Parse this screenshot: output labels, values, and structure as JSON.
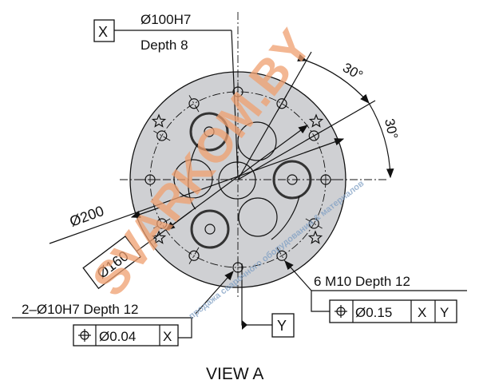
{
  "drawing": {
    "datum_x_label": "X",
    "bore_callout": "Ø100H7",
    "bore_depth": "Depth 8",
    "angle_1": "30°",
    "angle_2": "30°",
    "dia_200": "Ø200",
    "dia_160": "Ø160",
    "pin_hole_callout": "2–Ø10H7 Depth 12",
    "pin_fcf": {
      "symbol": "position",
      "tolerance": "Ø0.04",
      "datum": "X"
    },
    "thread_callout": "6 M10 Depth 12",
    "thread_fcf": {
      "symbol": "position",
      "tolerance": "Ø0.15",
      "datum_1": "X",
      "datum_2": "Y"
    },
    "datum_y_label": "Y",
    "view_label": "VIEW A"
  },
  "watermark": {
    "brand": "SVARKOM.BY",
    "tagline": "продажа сварочного оборудования & материалов"
  },
  "colors": {
    "part_fill": "#cfd0d3",
    "watermark_orange": "#f0a070",
    "watermark_blue": "#7f9fc4"
  }
}
